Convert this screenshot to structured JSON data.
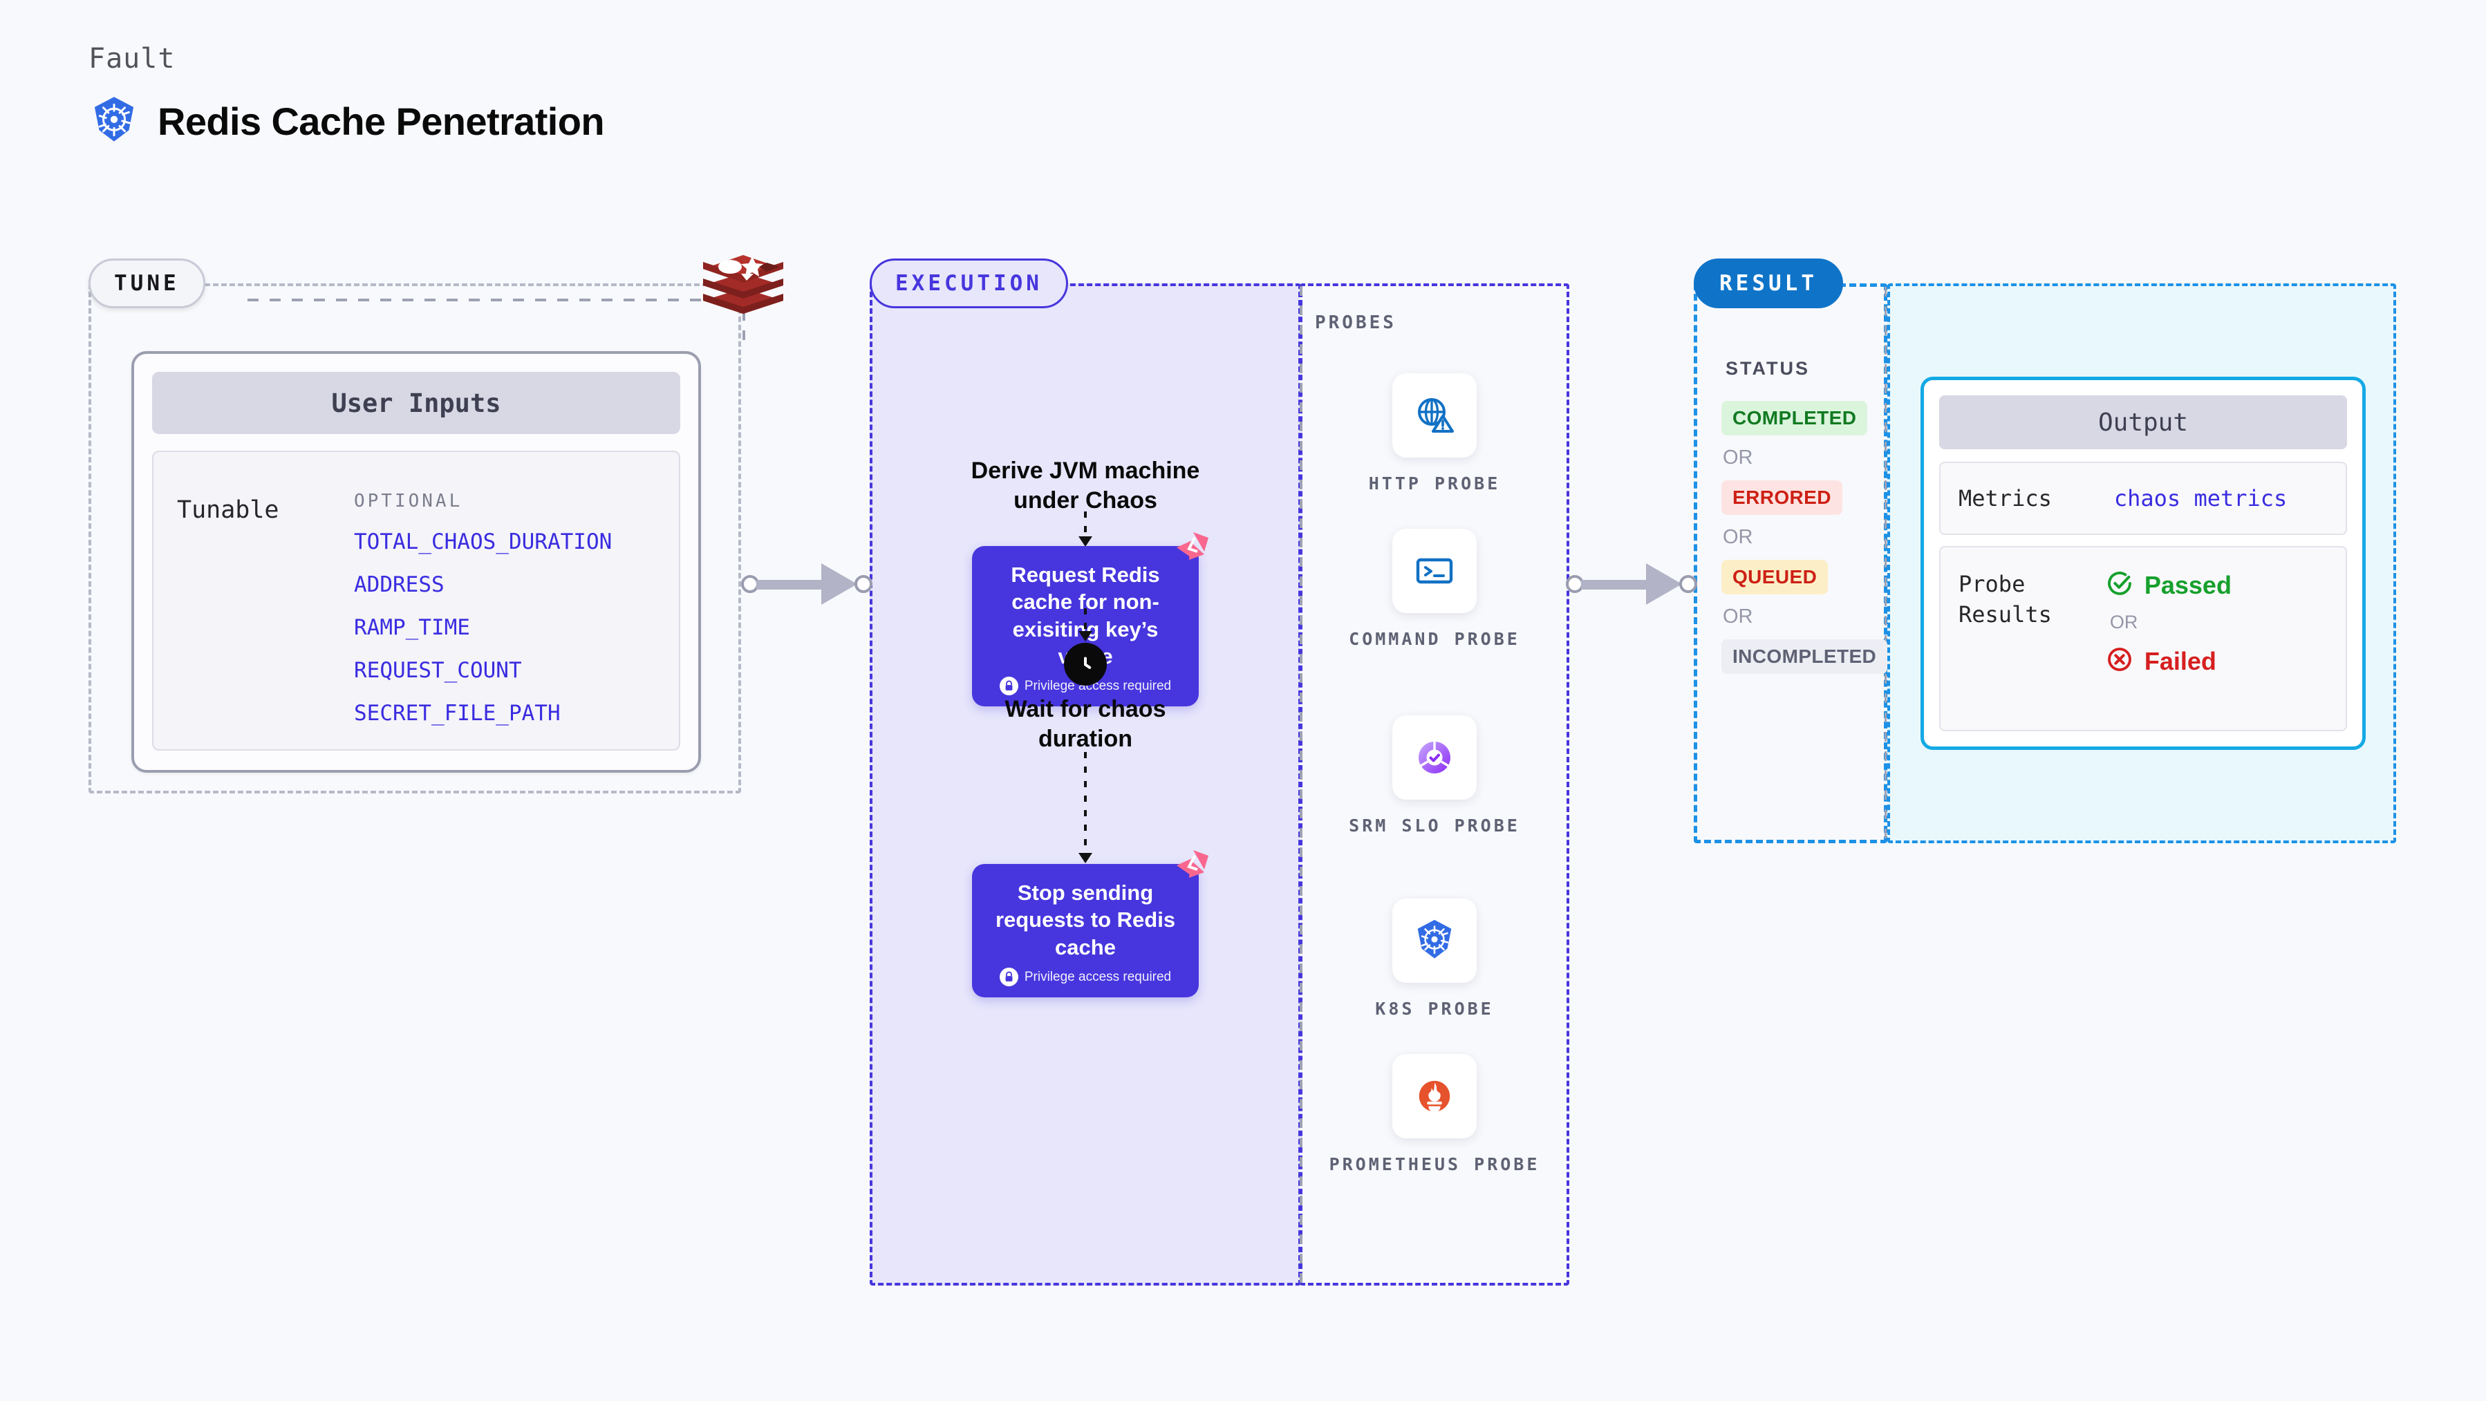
{
  "header": {
    "kicker": "Fault",
    "title": "Redis Cache Penetration",
    "logo_icon": "kubernetes-icon"
  },
  "tune": {
    "pill_label": "TUNE",
    "source_icon": "redis-icon",
    "card": {
      "header": "User Inputs",
      "tunable_label": "Tunable",
      "optional_label": "OPTIONAL",
      "optional_items": [
        "TOTAL_CHAOS_DURATION",
        "ADDRESS",
        "RAMP_TIME",
        "REQUEST_COUNT",
        "SECRET_FILE_PATH"
      ]
    }
  },
  "execution": {
    "pill_label": "EXECUTION",
    "step1_text": "Derive JVM machine\nunder Chaos",
    "card1": {
      "title": "Request Redis cache for non-exisiting key’s value",
      "privilege": "Privilege access required",
      "badge_icon": "litmus-icon",
      "lock_icon": "lock-icon"
    },
    "wait_icon": "clock-icon",
    "step2_text": "Wait for chaos\nduration",
    "card2": {
      "title": "Stop sending requests to Redis cache",
      "privilege": "Privilege access required",
      "badge_icon": "litmus-icon",
      "lock_icon": "lock-icon"
    }
  },
  "probes": {
    "title": "PROBES",
    "items": [
      {
        "label": "HTTP PROBE",
        "icon": "http-probe-icon"
      },
      {
        "label": "COMMAND PROBE",
        "icon": "command-probe-icon"
      },
      {
        "label": "SRM SLO PROBE",
        "icon": "srm-slo-probe-icon"
      },
      {
        "label": "K8S PROBE",
        "icon": "kubernetes-probe-icon"
      },
      {
        "label": "PROMETHEUS PROBE",
        "icon": "prometheus-probe-icon"
      }
    ]
  },
  "result": {
    "pill_label": "RESULT",
    "status_title": "STATUS",
    "or_label": "OR",
    "statuses": [
      {
        "label": "COMPLETED",
        "color": "#127a22"
      },
      {
        "label": "ERRORED",
        "color": "#cd2015"
      },
      {
        "label": "QUEUED",
        "color": "#cd2015"
      },
      {
        "label": "INCOMPLETED",
        "color": "#5f6274"
      }
    ]
  },
  "output": {
    "header": "Output",
    "metrics_label": "Metrics",
    "metrics_value": "chaos metrics",
    "probe_results_label": "Probe\nResults",
    "passed_label": "Passed",
    "failed_label": "Failed",
    "or_label": "OR",
    "passed_icon": "check-circle-icon",
    "failed_icon": "x-circle-icon"
  },
  "colors": {
    "background": "#f8f9fc",
    "purple": "#4736dd",
    "purple_light": "#e7e6fb",
    "blue": "#0f74c8",
    "cyan": "#14a9e4",
    "cyan_light": "#e9f8fd",
    "pink": "#f9678f",
    "redis_red": "#a32b27",
    "gray_dash": "#b6b9c6"
  }
}
